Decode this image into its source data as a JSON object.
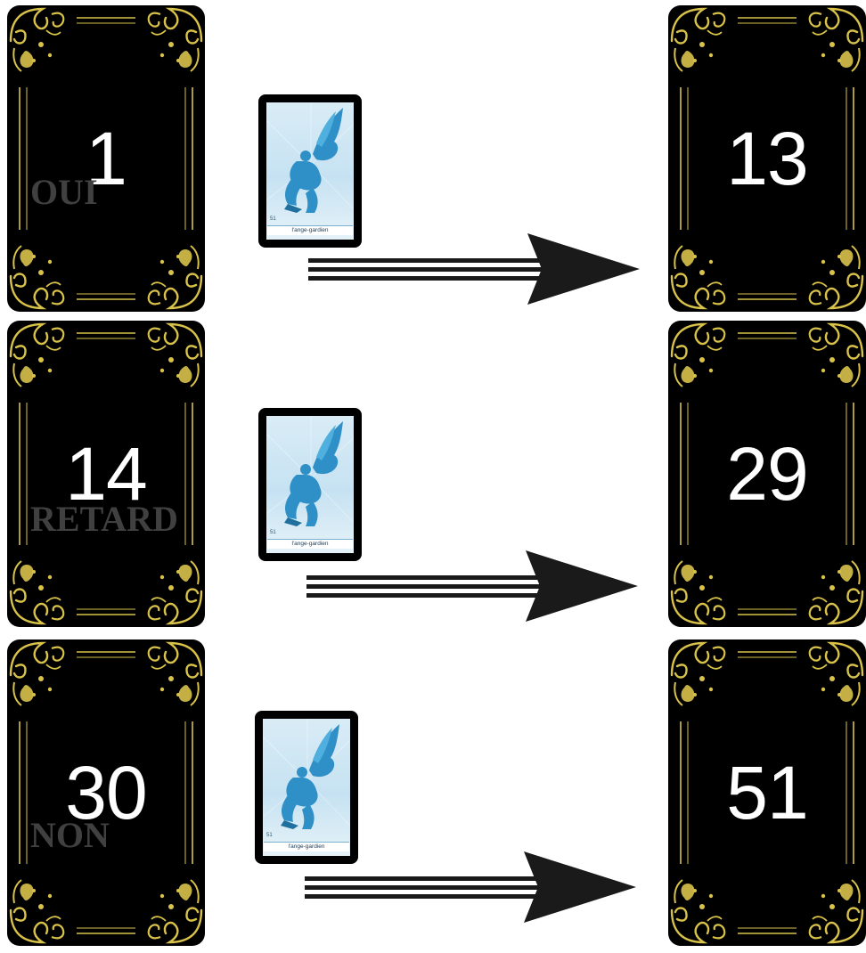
{
  "rows": [
    {
      "start": "1",
      "label": "OUI",
      "end": "13"
    },
    {
      "start": "14",
      "label": "RETARD",
      "end": "29"
    },
    {
      "start": "30",
      "label": "NON",
      "end": "51"
    }
  ],
  "sample_card": {
    "number": "51",
    "caption": "l'ange-gardien"
  },
  "colors": {
    "card_bg": "#000000",
    "ornament": "#d8c24a",
    "angel": "#2f8fc7",
    "arrow": "#1a1a1a"
  },
  "icons": {
    "sample": "guardian-angel-icon",
    "arrow": "triple-line-arrow-icon"
  }
}
